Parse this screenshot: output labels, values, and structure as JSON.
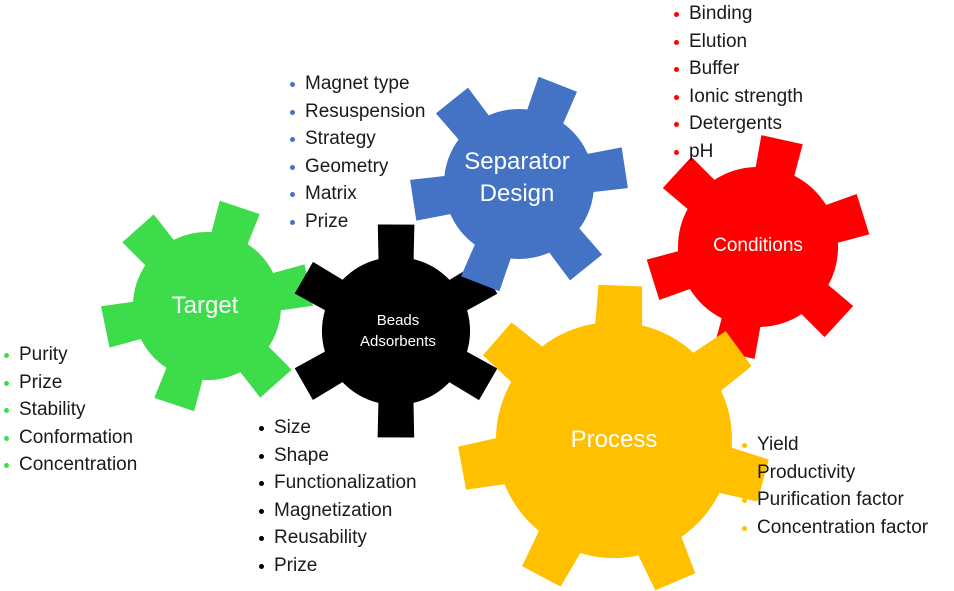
{
  "colors": {
    "target": "#3ddc4a",
    "beads": "#000000",
    "separator": "#4472c4",
    "conditions": "#ff0000",
    "process": "#ffc000"
  },
  "gears": {
    "target": "Target",
    "beads_line1": "Beads",
    "beads_line2": "Adsorbents",
    "separator_line1": "Separator",
    "separator_line2": "Design",
    "conditions": "Conditions",
    "process": "Process"
  },
  "lists": {
    "target": [
      "Purity",
      "Prize",
      "Stability",
      "Conformation",
      "Concentration"
    ],
    "beads": [
      "Size",
      "Shape",
      "Functionalization",
      "Magnetization",
      "Reusability",
      "Prize"
    ],
    "separator": [
      "Magnet type",
      "Resuspension",
      "Strategy",
      "Geometry",
      "Matrix",
      "Prize"
    ],
    "conditions": [
      "Binding",
      "Elution",
      "Buffer",
      "Ionic strength",
      "Detergents",
      "pH"
    ],
    "process": [
      "Yield",
      "Productivity",
      "Purification factor",
      "Concentration factor"
    ]
  }
}
